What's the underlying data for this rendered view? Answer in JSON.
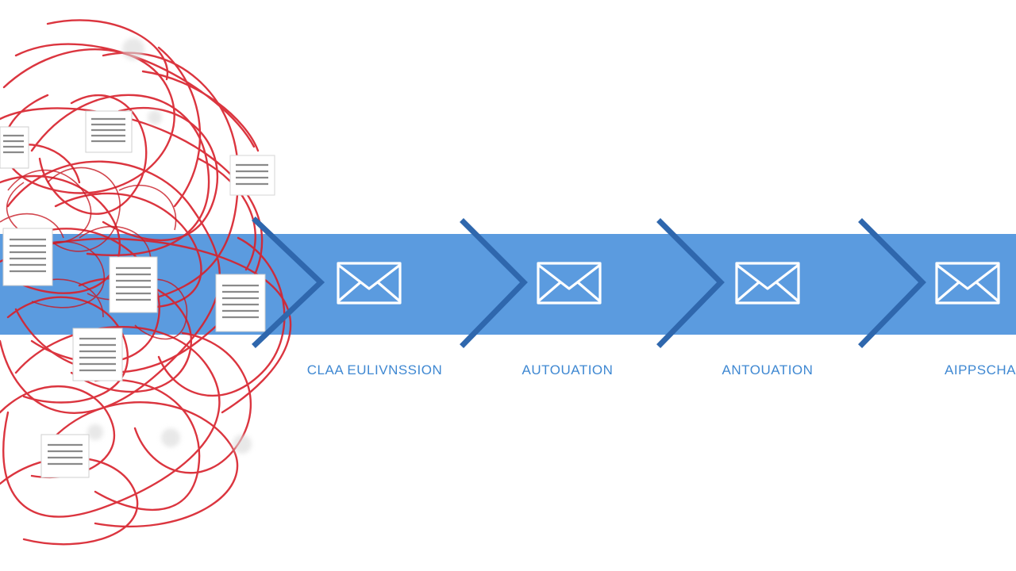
{
  "colors": {
    "band": "#5b9bdf",
    "chevron": "#2f67ad",
    "envelope_stroke": "#ffffff",
    "label_text": "#3f88d2",
    "tangle": "#d8202b",
    "document_line": "#8a8a8a"
  },
  "stages": [
    {
      "label": "CLAA EULIVNSSION",
      "icon": "envelope-icon"
    },
    {
      "label": "AUTOUATION",
      "icon": "envelope-icon"
    },
    {
      "label": "ANTOUATION",
      "icon": "envelope-icon"
    },
    {
      "label": "AIPPSCHAL",
      "icon": "envelope-icon"
    }
  ],
  "chaos": {
    "icon": "document-icon",
    "document_count": 8
  }
}
